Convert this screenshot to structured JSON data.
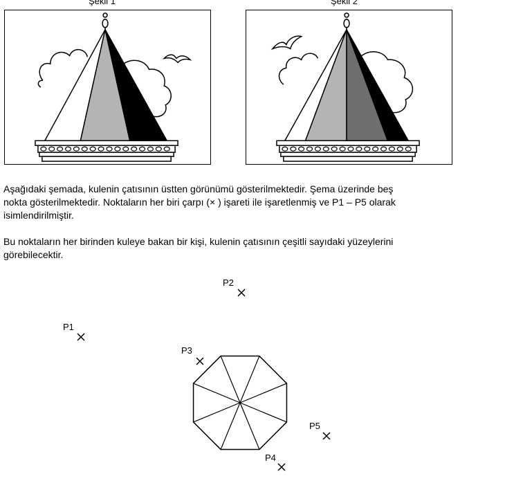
{
  "figures": {
    "left_caption": "Şekil 1",
    "right_caption": "Şekil 2"
  },
  "text": {
    "paragraph1": [
      "Aşağıdaki şemada, kulenin çatısının üstten görünümü gösterilmektedir. Şema üzerinde beş",
      "nokta gösterilmektedir. Noktaların her biri çarpı (× ) işareti ile işaretlenmiş ve P1 – P5 olarak",
      "isimlendirilmiştir."
    ],
    "paragraph2": [
      "Bu noktaların her birinden kuleye bakan bir kişi, kulenin çatısının çeşitli sayıdaki yüzeylerini",
      "görebilecektir."
    ]
  },
  "points": {
    "p1": "P1",
    "p2": "P2",
    "p3": "P3",
    "p4": "P4",
    "p5": "P5"
  },
  "colors": {
    "outline": "#000000",
    "face_white": "#ffffff",
    "face_light_gray": "#b4b4b4",
    "face_dark_gray": "#6e6e6e",
    "face_black": "#000000"
  }
}
